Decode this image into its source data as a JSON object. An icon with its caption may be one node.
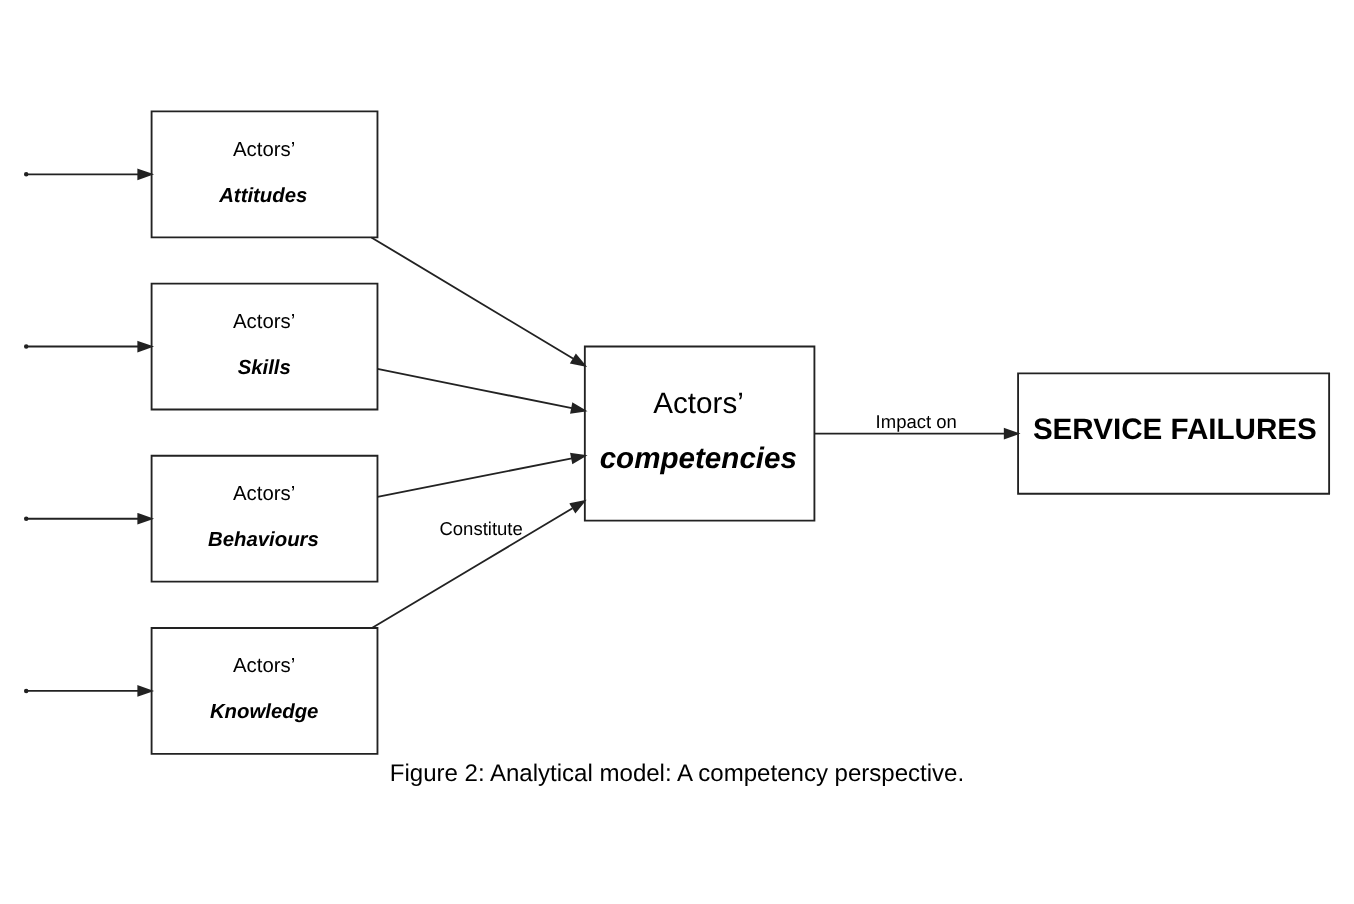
{
  "diagram": {
    "caption": "Figure 2: Analytical model: A competency perspective.",
    "nodes": [
      {
        "text": [
          "Actors’",
          "Knowledge"
        ]
      },
      {
        "text": [
          "Actors’",
          "Attitudes"
        ]
      },
      {
        "text": [
          "Actors’",
          "Skills"
        ]
      },
      {
        "text": [
          "Actors’",
          "Behaviours"
        ]
      },
      {
        "text": [
          "Actors’",
          "competencies"
        ]
      },
      {
        "text": [
          "SERVICE FAILURES"
        ]
      }
    ],
    "edges": [
      {
        "from": null,
        "to": 0,
        "arrow": "to"
      },
      {
        "from": null,
        "to": 1,
        "arrow": "to"
      },
      {
        "from": null,
        "to": 2,
        "arrow": "to"
      },
      {
        "from": null,
        "to": 3,
        "arrow": "to"
      },
      {
        "from": 0,
        "to": 4,
        "arrow": "to",
        "label": "Constitute"
      },
      {
        "from": 1,
        "to": 4,
        "arrow": "to"
      },
      {
        "from": 2,
        "to": 4,
        "arrow": "to"
      },
      {
        "from": 3,
        "to": 4,
        "arrow": "to"
      },
      {
        "from": 4,
        "to": 5,
        "arrow": "to",
        "label": "Impact on"
      }
    ]
  }
}
